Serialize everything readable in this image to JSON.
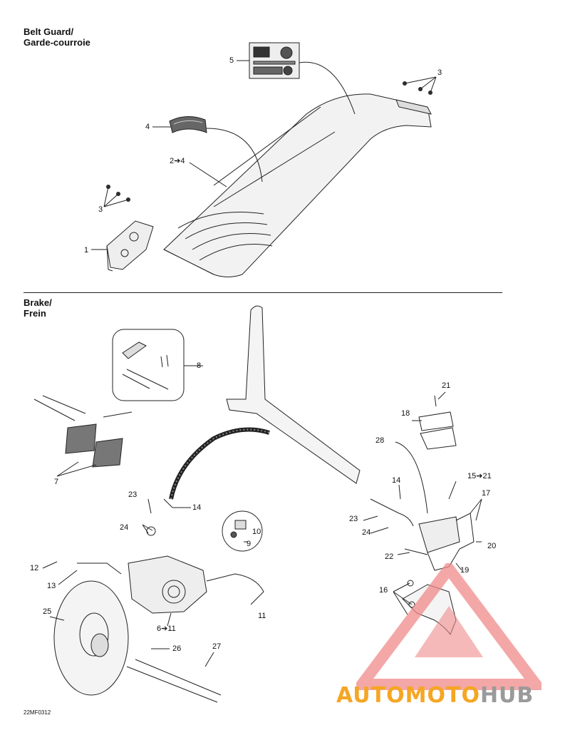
{
  "sections": {
    "belt_guard": {
      "title_en": "Belt Guard/",
      "title_fr": "Garde-courroie"
    },
    "brake": {
      "title_en": "Brake/",
      "title_fr": "Frein"
    }
  },
  "callouts": {
    "c1": "1",
    "c2": "2➔4",
    "c3a": "3",
    "c3b": "3",
    "c4": "4",
    "c5": "5",
    "c6": "6➔11",
    "c7": "7",
    "c8": "8",
    "c9": "9",
    "c10": "10",
    "c11": "11",
    "c12": "12",
    "c13": "13",
    "c14a": "14",
    "c14b": "14",
    "c15": "15➔21",
    "c16": "16",
    "c17": "17",
    "c18": "18",
    "c19": "19",
    "c20": "20",
    "c21": "21",
    "c22": "22",
    "c23a": "23",
    "c23b": "23",
    "c24a": "24",
    "c24b": "24",
    "c25": "25",
    "c26": "26",
    "c27": "27",
    "c28": "28"
  },
  "document_code": "22MF0312",
  "watermark": {
    "part1": "AUTOMOTO",
    "part2": "HUB"
  }
}
